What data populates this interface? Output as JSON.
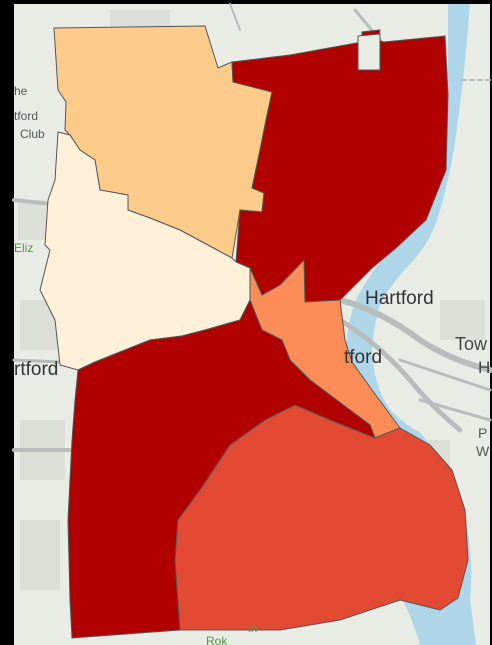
{
  "map": {
    "basemap_labels": {
      "hartford_right": "Hartford",
      "hartford_left_fragment": "rtford",
      "hartford_center_fragment": "tford",
      "club_line1": "he",
      "club_line2": "tford",
      "club_line3": "Club",
      "eliz_fragment": "Eliz",
      "tow_fragment": "Tow",
      "h_fragment": "H",
      "p_fragment": "P",
      "w_fragment": "W",
      "bottom_fragment": "in",
      "bottom_fragment2": "Rok"
    },
    "colors": {
      "background": "#000000",
      "basemap_land": "#e9ebe5",
      "river": "#aed6e8",
      "road": "#b9bcbd",
      "region_darkest": "#b00000",
      "region_dark_orange": "#e34a33",
      "region_orange": "#fc8d59",
      "region_light_orange": "#fdcc8a",
      "region_palest": "#fef0d9",
      "outline": "#555555",
      "park_label": "#4c9a3d"
    },
    "regions": [
      {
        "id": "northwest",
        "class": "light_orange"
      },
      {
        "id": "northeast",
        "class": "darkest"
      },
      {
        "id": "west",
        "class": "palest"
      },
      {
        "id": "center",
        "class": "orange"
      },
      {
        "id": "southwest",
        "class": "darkest"
      },
      {
        "id": "southeast",
        "class": "dark_orange"
      }
    ]
  }
}
